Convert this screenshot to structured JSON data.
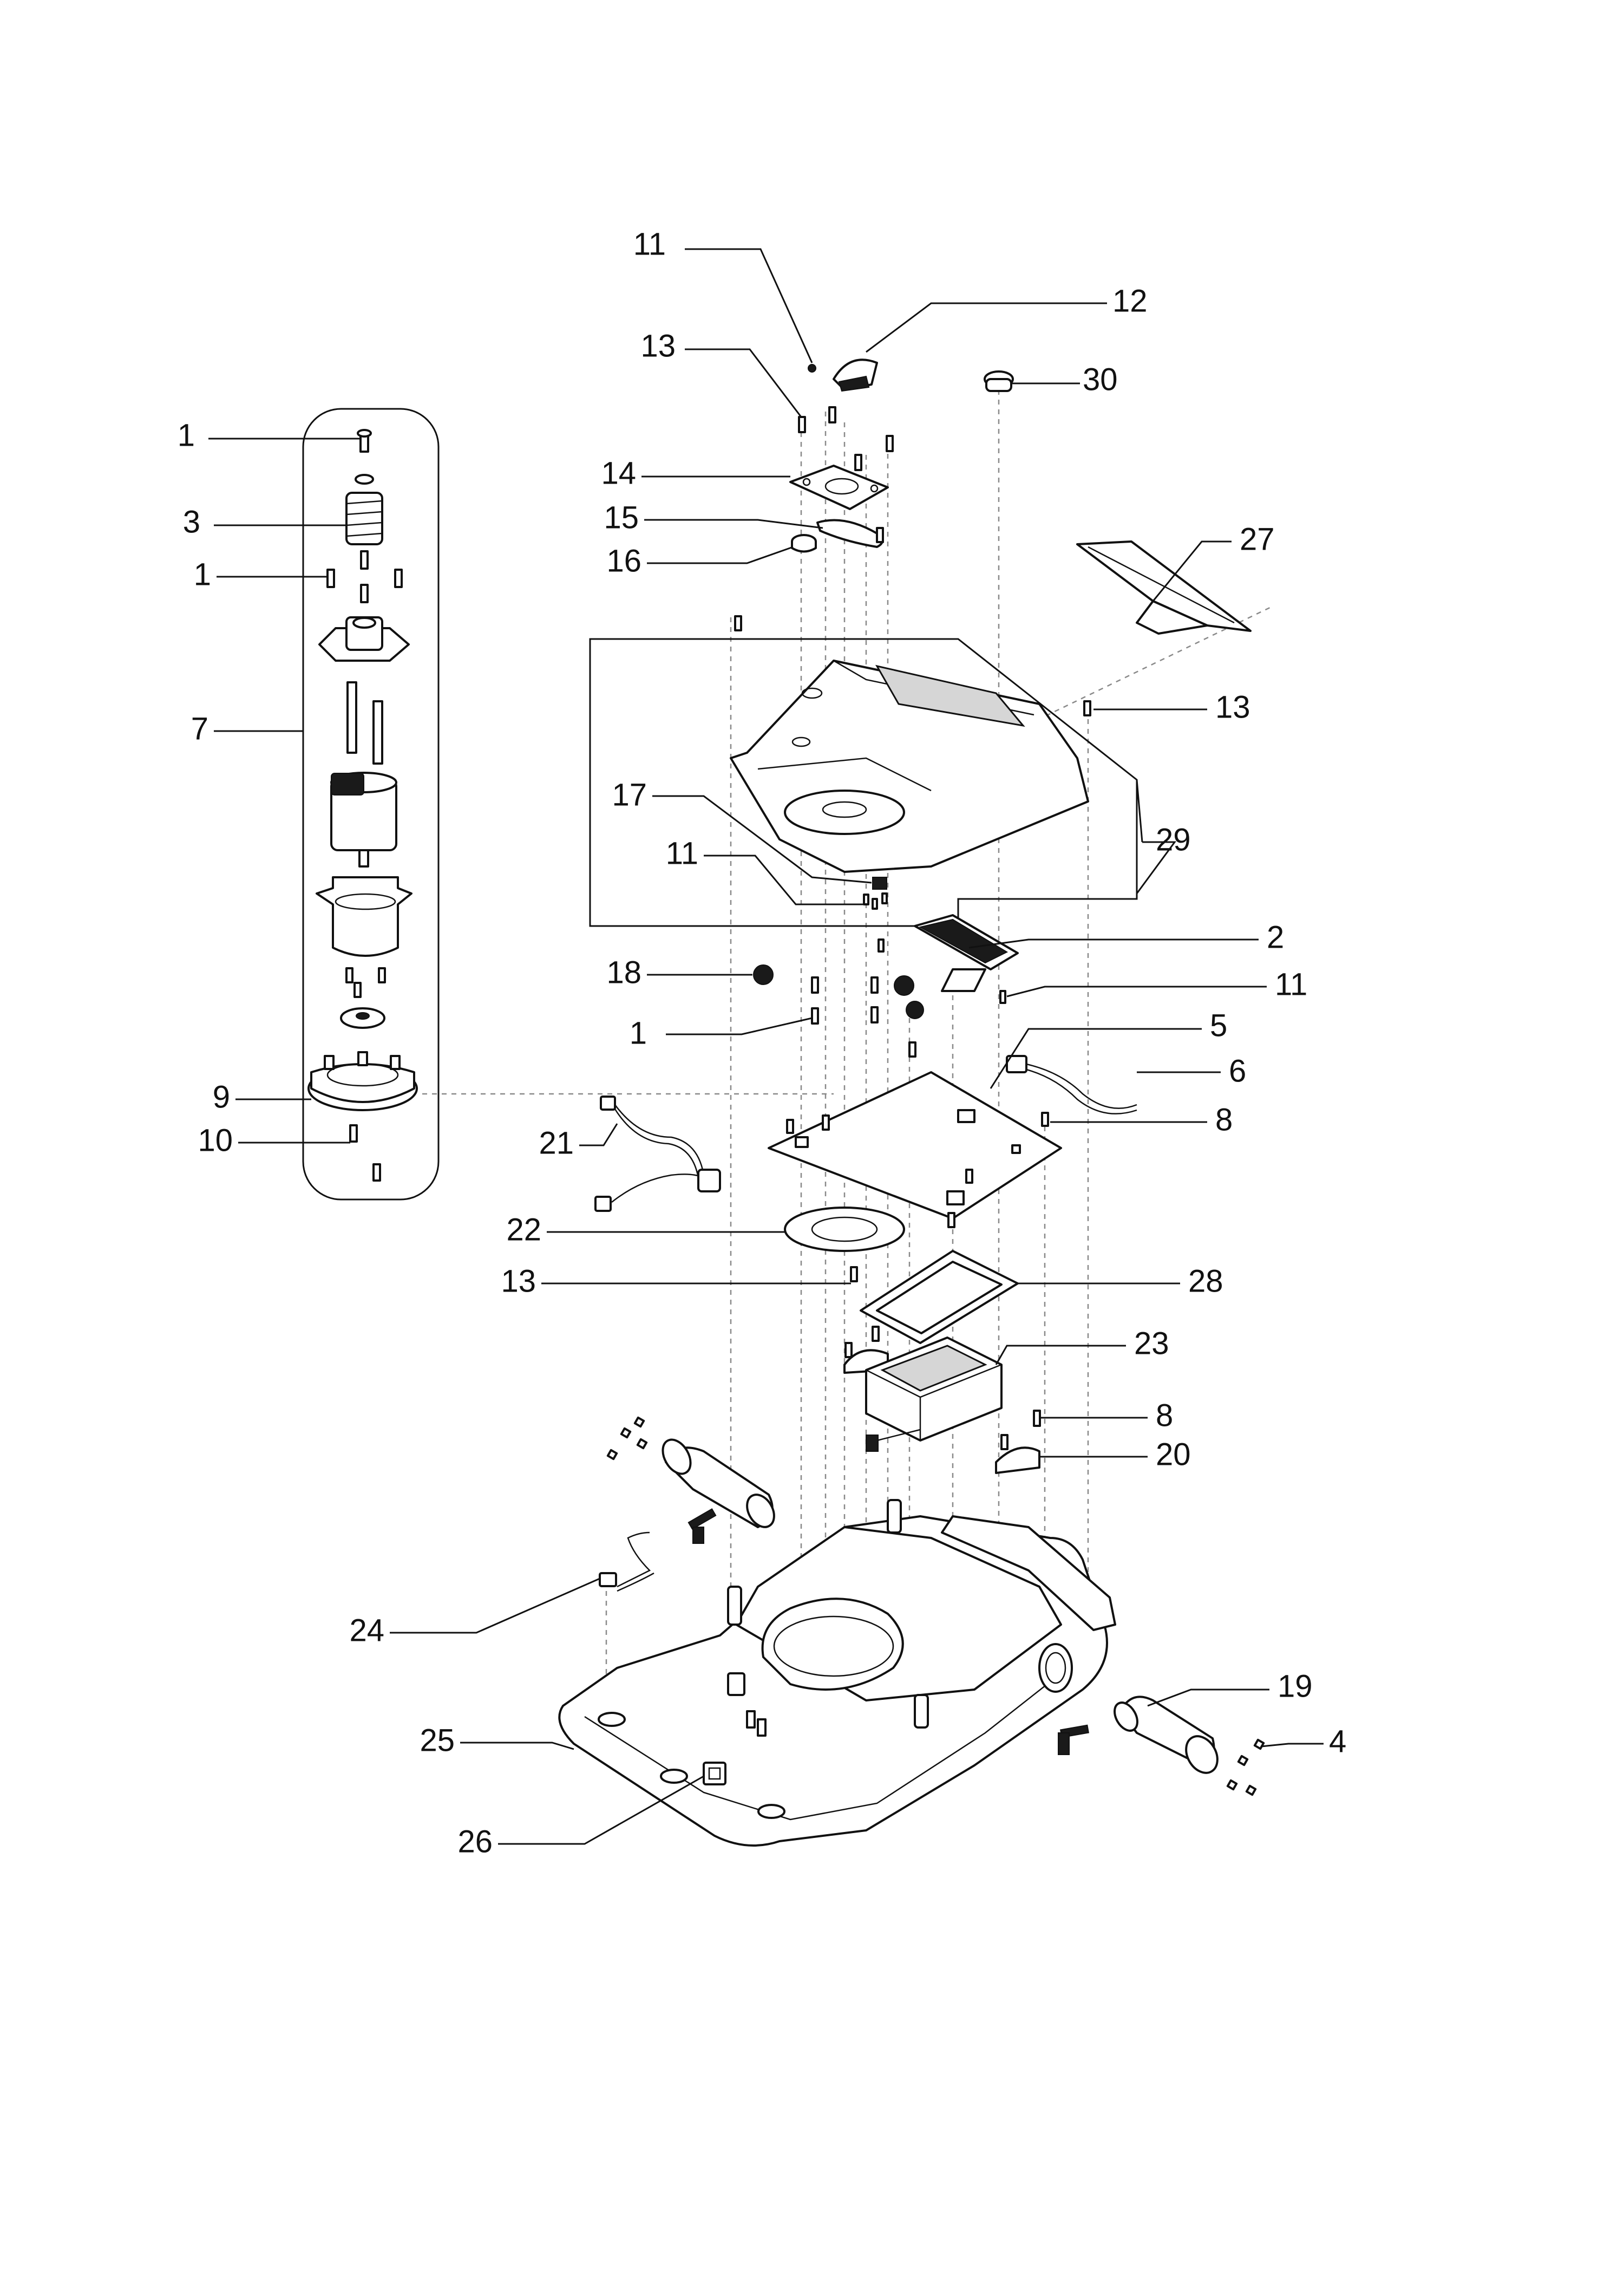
{
  "callouts": [
    {
      "id": "c11a",
      "label": "11"
    },
    {
      "id": "c12",
      "label": "12"
    },
    {
      "id": "c13a",
      "label": "13"
    },
    {
      "id": "c30",
      "label": "30"
    },
    {
      "id": "c1a",
      "label": "1"
    },
    {
      "id": "c14",
      "label": "14"
    },
    {
      "id": "c3",
      "label": "3"
    },
    {
      "id": "c15",
      "label": "15"
    },
    {
      "id": "c27",
      "label": "27"
    },
    {
      "id": "c1b",
      "label": "1"
    },
    {
      "id": "c16",
      "label": "16"
    },
    {
      "id": "c13b",
      "label": "13"
    },
    {
      "id": "c7",
      "label": "7"
    },
    {
      "id": "c17",
      "label": "17"
    },
    {
      "id": "c29",
      "label": "29"
    },
    {
      "id": "c11b",
      "label": "11"
    },
    {
      "id": "c2",
      "label": "2"
    },
    {
      "id": "c18",
      "label": "18"
    },
    {
      "id": "c11c",
      "label": "11"
    },
    {
      "id": "c1c",
      "label": "1"
    },
    {
      "id": "c5",
      "label": "5"
    },
    {
      "id": "c6",
      "label": "6"
    },
    {
      "id": "c9",
      "label": "9"
    },
    {
      "id": "c8a",
      "label": "8"
    },
    {
      "id": "c10",
      "label": "10"
    },
    {
      "id": "c21",
      "label": "21"
    },
    {
      "id": "c22",
      "label": "22"
    },
    {
      "id": "c13c",
      "label": "13"
    },
    {
      "id": "c28",
      "label": "28"
    },
    {
      "id": "c23",
      "label": "23"
    },
    {
      "id": "c8b",
      "label": "8"
    },
    {
      "id": "c20",
      "label": "20"
    },
    {
      "id": "c24",
      "label": "24"
    },
    {
      "id": "c19",
      "label": "19"
    },
    {
      "id": "c25",
      "label": "25"
    },
    {
      "id": "c4",
      "label": "4"
    },
    {
      "id": "c26",
      "label": "26"
    }
  ]
}
